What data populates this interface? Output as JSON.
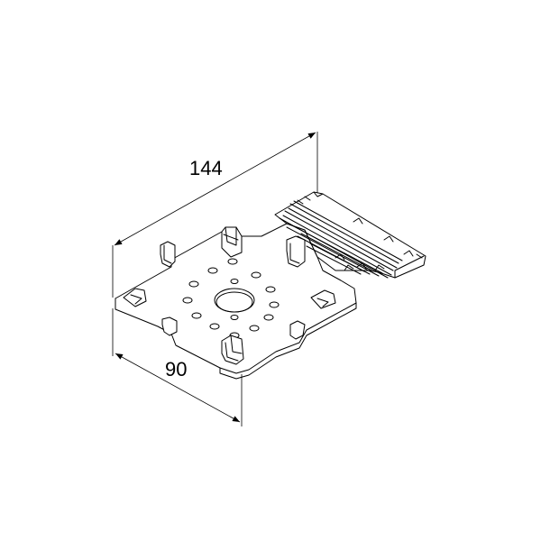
{
  "drawing": {
    "type": "isometric technical drawing",
    "line_color": "#000000",
    "background": "#ffffff"
  },
  "dimensions": {
    "length_label": "144",
    "width_label": "90"
  }
}
